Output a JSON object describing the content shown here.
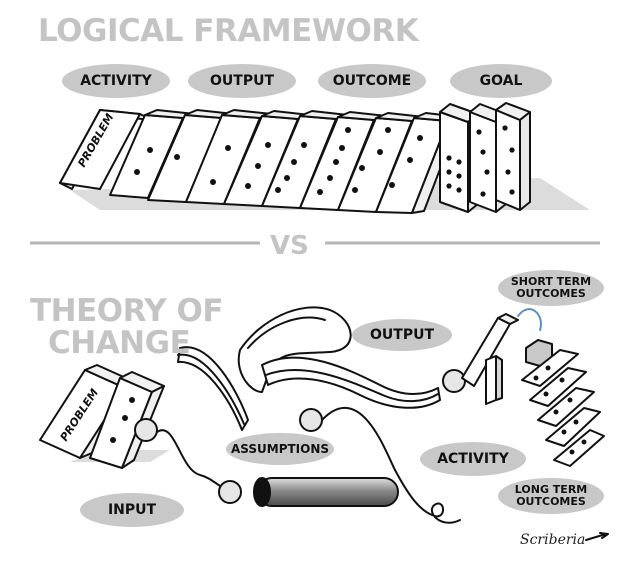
{
  "top": {
    "title": "LOGICAL FRAMEWORK",
    "labels": {
      "activity": "ACTIVITY",
      "output": "OUTPUT",
      "outcome": "OUTCOME",
      "goal": "GOAL"
    },
    "problem_domino": "PROBLEM"
  },
  "divider": {
    "text": "VS"
  },
  "bottom": {
    "title_line1": "THEORY OF",
    "title_line2": "CHANGE",
    "labels": {
      "output": "OUTPUT",
      "short_term_line1": "SHORT TERM",
      "short_term_line2": "OUTCOMES",
      "assumptions": "ASSUMPTIONS",
      "activity": "ACTIVITY",
      "input": "INPUT",
      "long_term_line1": "LONG TERM",
      "long_term_line2": "OUTCOMES"
    },
    "problem_domino": "PROBLEM"
  },
  "signature": "Scriberia"
}
